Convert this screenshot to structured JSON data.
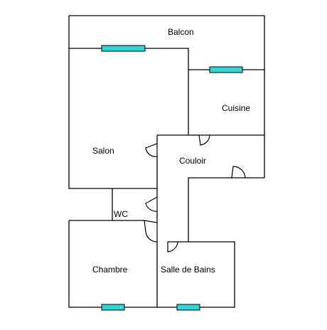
{
  "rooms": {
    "balcon": "Balcon",
    "cuisine": "Cuisine",
    "salon": "Salon",
    "couloir": "Couloir",
    "wc": "WC",
    "chambre": "Chambre",
    "salle_de_bains": "Salle de Bains"
  },
  "colors": {
    "window_fill": "#33d6d6",
    "wall": "#000000",
    "background": "#ffffff"
  }
}
